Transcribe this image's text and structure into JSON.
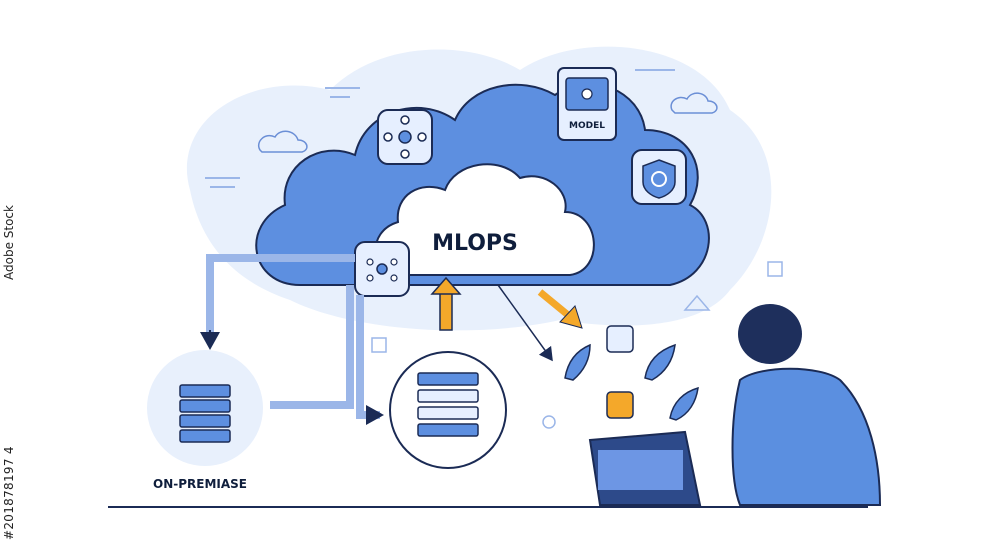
{
  "illustration": {
    "center_label": "MLOPS",
    "model_card_label": "MODEL",
    "on_premise_label": "ON-PREMIASE"
  },
  "watermark": {
    "text": "Adobe Stock",
    "stock_number": "#201878197 4"
  },
  "colors": {
    "cloud_dark": "#5d8fe0",
    "cloud_light": "#e4eefc",
    "outline": "#1b2b55",
    "accent": "#f4a82a",
    "hoodie": "#5b8fe0",
    "hair": "#1e2f5c"
  },
  "icons": [
    "network-node-icon",
    "model-card-icon",
    "sync-shield-icon",
    "server-rack-icon",
    "database-server-icon",
    "rocket-icon",
    "laptop-icon",
    "cloud-icon"
  ]
}
